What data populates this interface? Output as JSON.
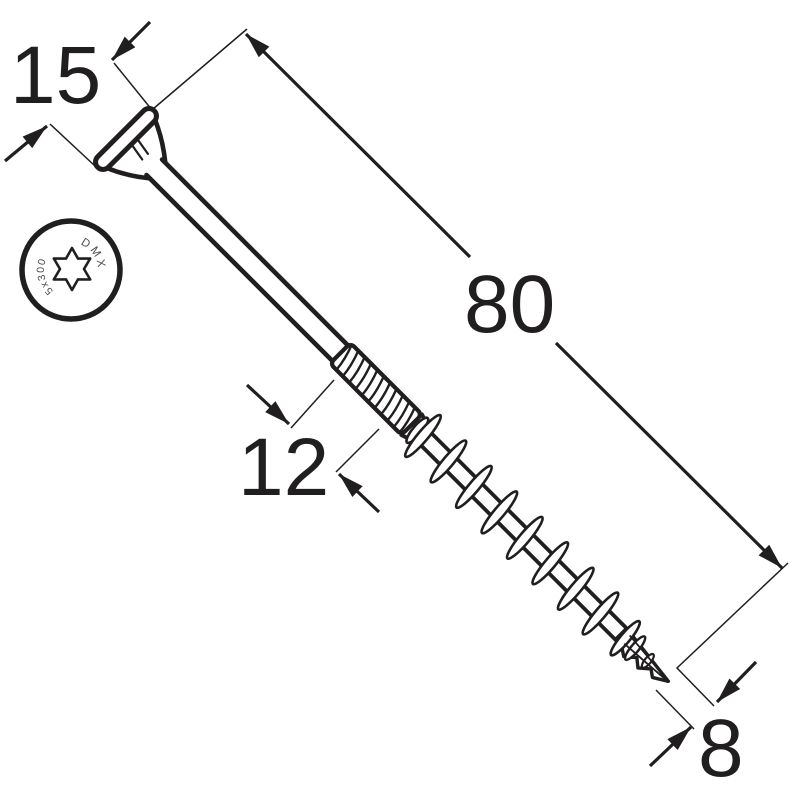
{
  "diagram": {
    "kind": "technical-dimension-drawing",
    "subject": "Countersunk chipboard screw with milled rib section and torx drive",
    "dimensions": {
      "head_diameter": "15",
      "total_length": "80",
      "rib_section": "12",
      "thread_diameter": "8"
    },
    "head_stamp": {
      "brand": "DMX",
      "size_code": "5x300",
      "drive_icon": "torx-star-icon"
    },
    "colors": {
      "line": "#211e1f",
      "stamp_text": "#4b4b4b",
      "background": "#ffffff"
    }
  }
}
